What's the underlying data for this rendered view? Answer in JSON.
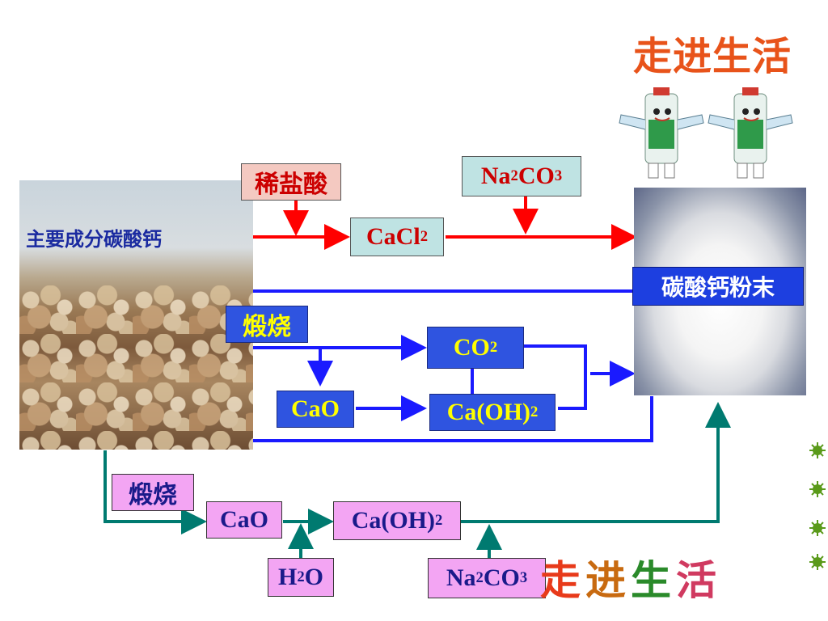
{
  "titles": {
    "top": "走进生活",
    "bottom": [
      "走",
      "进",
      "生",
      "活"
    ]
  },
  "sources": {
    "shell_label": "主要成分碳酸钙",
    "product_label": "碳酸钙粉末"
  },
  "route_red": {
    "reagent_1": "稀盐酸",
    "intermediate": {
      "main": "CaCl",
      "sub": "2"
    },
    "reagent_2": {
      "parts": [
        "Na",
        "2",
        "CO",
        "3"
      ]
    }
  },
  "route_blue": {
    "step": "煅烧",
    "co2": {
      "main": "CO",
      "sub": "2"
    },
    "cao": "CaO",
    "caoh2": {
      "main": "Ca(OH)",
      "sub": "2"
    }
  },
  "route_teal": {
    "step": "煅烧",
    "cao": "CaO",
    "caoh2": {
      "main": "Ca(OH)",
      "sub": "2"
    },
    "water": {
      "parts": [
        "H",
        "2",
        "O"
      ]
    },
    "carbonate": {
      "parts": [
        "Na",
        "2",
        "CO",
        "3"
      ]
    }
  },
  "colors": {
    "red_route": "#ff0000",
    "blue_route": "#1a1aff",
    "teal_route": "#007a70"
  },
  "icons": [
    "toothpaste-mascot-icon",
    "toothpaste-mascot-icon",
    "green-bullet-icon"
  ]
}
